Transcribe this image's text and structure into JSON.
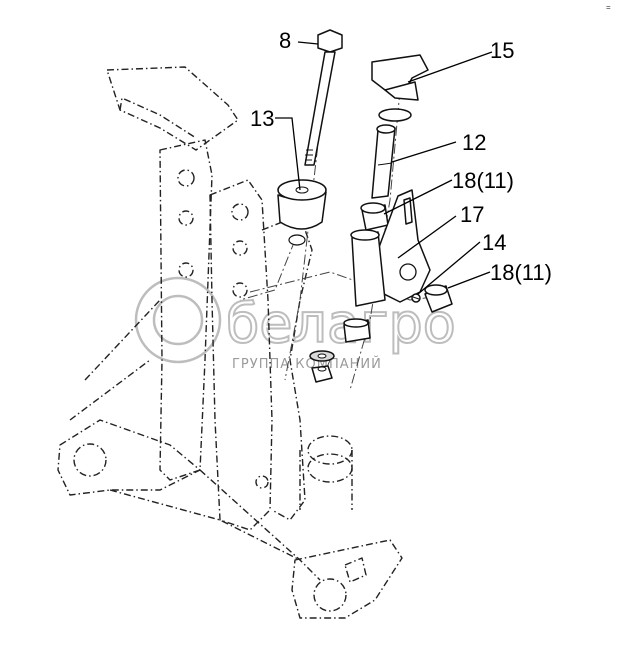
{
  "corner_mark": "=",
  "watermark": {
    "brand": "белагро",
    "subtitle": "ГРУППА КОМПАНИЙ"
  },
  "callouts": [
    {
      "id": "8",
      "text": "8"
    },
    {
      "id": "13",
      "text": "13"
    },
    {
      "id": "15",
      "text": "15"
    },
    {
      "id": "12",
      "text": "12"
    },
    {
      "id": "18-11-upper",
      "text": "18(11)"
    },
    {
      "id": "17",
      "text": "17"
    },
    {
      "id": "14",
      "text": "14"
    },
    {
      "id": "18-11-lower",
      "text": "18(11)"
    }
  ]
}
